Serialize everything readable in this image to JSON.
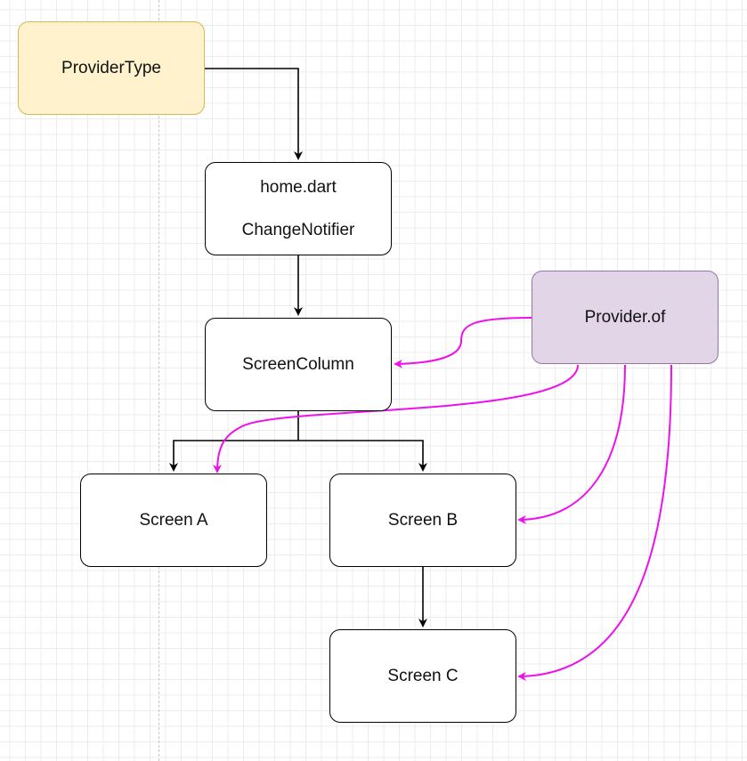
{
  "colors": {
    "connector": "#000000",
    "provider_link": "#ee11ee",
    "yellow_fill": "#fff2cc",
    "yellow_stroke": "#d6b656",
    "purple_fill": "#e1d5e7",
    "purple_stroke": "#9673a6"
  },
  "nodes": {
    "provider_type": {
      "label": "ProviderType"
    },
    "home": {
      "line1": "home.dart",
      "line2": "ChangeNotifier"
    },
    "screen_column": {
      "label": "ScreenColumn"
    },
    "provider_of": {
      "label": "Provider.of"
    },
    "screen_a": {
      "label": "Screen A"
    },
    "screen_b": {
      "label": "Screen B"
    },
    "screen_c": {
      "label": "Screen C"
    }
  }
}
